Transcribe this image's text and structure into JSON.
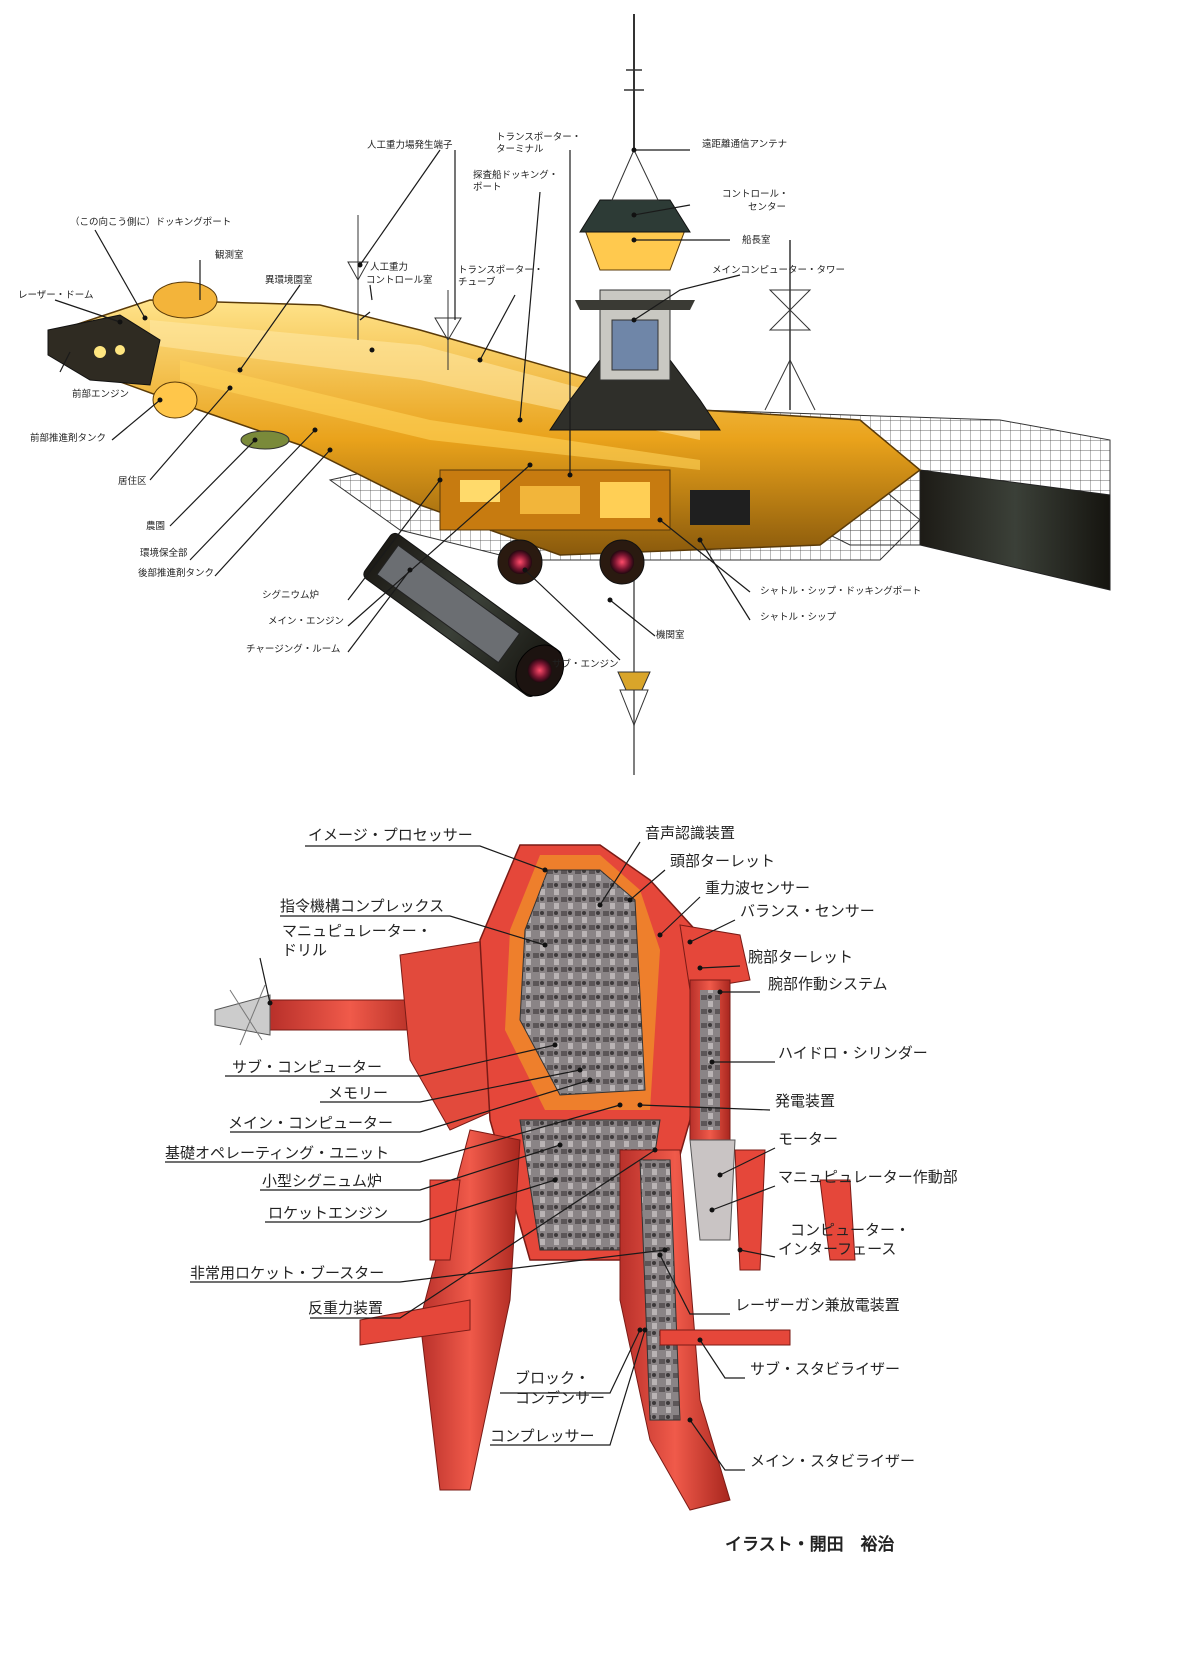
{
  "ship": {
    "labels": [
      "遠距離通信アンテナ",
      "コントロール・",
      "センター",
      "船長室",
      "メインコンピューター・タワー",
      "トランスポーター・",
      "ターミナル",
      "探査船ドッキング・",
      "ポート",
      "人工重力場発生端子",
      "（この向こう側に）ドッキングポート",
      "観測室",
      "人工重力",
      "コントロール室",
      "トランスポーター・",
      "チューブ",
      "異環境園室",
      "レーザー・ドーム",
      "前部エンジン",
      "前部推進剤タンク",
      "居住区",
      "農園",
      "環境保全部",
      "後部推進剤タンク",
      "シグニウム炉",
      "メイン・エンジン",
      "チャージング・ルーム",
      "機関室",
      "サブ・エンジン",
      "シャトル・シップ・ドッキングポート",
      "シャトル・シップ"
    ]
  },
  "robot": {
    "labels": [
      "イメージ・プロセッサー",
      "音声認識装置",
      "頭部ターレット",
      "重力波センサー",
      "指令機構コンプレックス",
      "バランス・センサー",
      "マニュピュレーター・",
      "ドリル",
      "腕部ターレット",
      "腕部作動システム",
      "サブ・コンピューター",
      "メモリー",
      "メイン・コンピューター",
      "基礎オペレーティング・ユニット",
      "小型シグニュム炉",
      "ロケットエンジン",
      "非常用ロケット・ブースター",
      "反重力装置",
      "ハイドロ・シリンダー",
      "発電装置",
      "モーター",
      "マニュピュレーター作動部",
      "コンピューター・",
      "インターフェース",
      "レーザーガン兼放電装置",
      "サブ・スタビライザー",
      "ブロック・",
      "コンデンサー",
      "コンプレッサー",
      "メイン・スタビライザー"
    ]
  },
  "credit": "イラスト・開田　裕治",
  "colors": {
    "ship_gold": "#e9a21b",
    "ship_light": "#ffd76a",
    "ship_dark": "#2a2412",
    "robot_red": "#e5473a",
    "robot_dark": "#a8261e",
    "robot_mech": "#6f6a6c"
  }
}
